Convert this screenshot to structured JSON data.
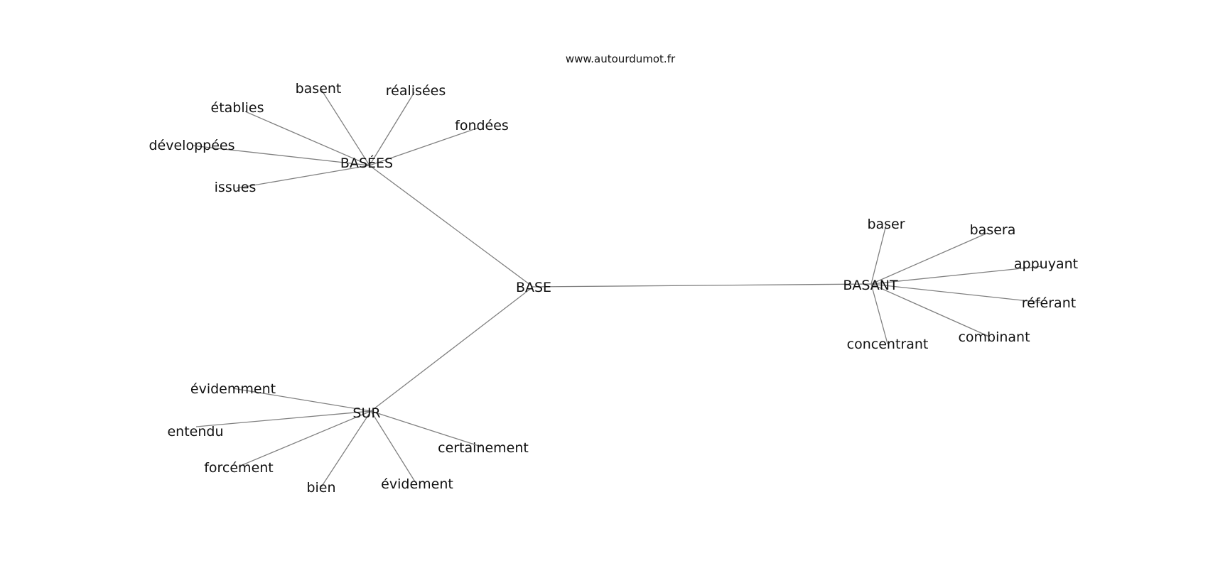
{
  "source": "www.autourdumot.fr",
  "colors": {
    "edge": "#808080",
    "text": "#111111",
    "background": "#ffffff"
  },
  "graph": {
    "center": "BASE",
    "clusters": [
      {
        "hub": "BASÉES",
        "words": [
          "basent",
          "réalisées",
          "fondées",
          "établies",
          "développées",
          "issues"
        ]
      },
      {
        "hub": "BASANT",
        "words": [
          "baser",
          "basera",
          "appuyant",
          "référant",
          "combinant",
          "concentrant"
        ]
      },
      {
        "hub": "SUR",
        "words": [
          "évidemment",
          "entendu",
          "forcément",
          "bien",
          "évidement",
          "certainement"
        ]
      }
    ]
  }
}
